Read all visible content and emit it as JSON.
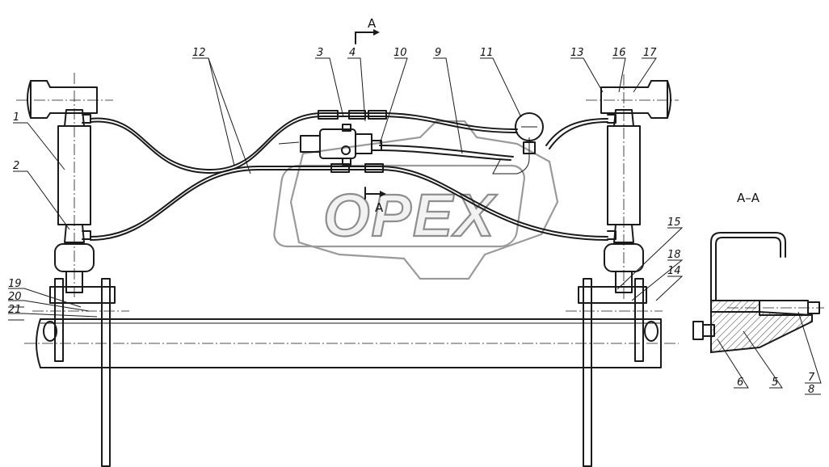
{
  "watermark": {
    "text": "OPEX"
  },
  "section": {
    "cut_letter": "A",
    "view_title": "A–A"
  },
  "callouts": [
    "1",
    "2",
    "3",
    "4",
    "5",
    "6",
    "7",
    "8",
    "9",
    "10",
    "11",
    "12",
    "13",
    "14",
    "15",
    "16",
    "17",
    "18",
    "19",
    "20",
    "21"
  ]
}
